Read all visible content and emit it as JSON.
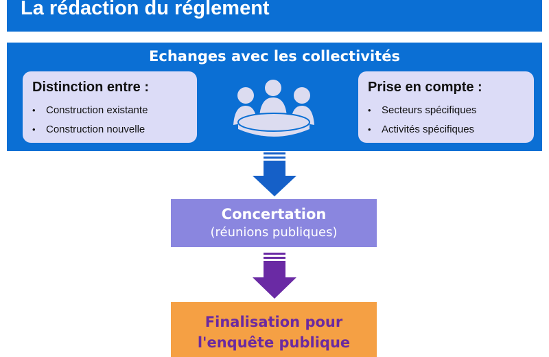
{
  "title": "La rédaction du réglement",
  "band": {
    "header": "Echanges avec les collectivités",
    "left_card": {
      "heading": "Distinction entre :",
      "items": [
        "Construction existante",
        "Construction nouvelle"
      ]
    },
    "right_card": {
      "heading": "Prise en compte :",
      "items": [
        "Secteurs spécifiques",
        "Activités spécifiques"
      ]
    },
    "icon": "meeting-table-icon"
  },
  "concertation": {
    "title": "Concertation",
    "subtitle": "(réunions publiques)"
  },
  "finalisation": {
    "line1": "Finalisation pour",
    "line2": "l'enquête publique"
  },
  "colors": {
    "blue": "#0b6fd4",
    "card": "#dcdcf7",
    "concertation": "#8a86df",
    "finalisation": "#f5a044",
    "purple_text": "#6b2aa0",
    "arrow_blue": "#1560c8",
    "arrow_purple": "#6a2aa4"
  }
}
